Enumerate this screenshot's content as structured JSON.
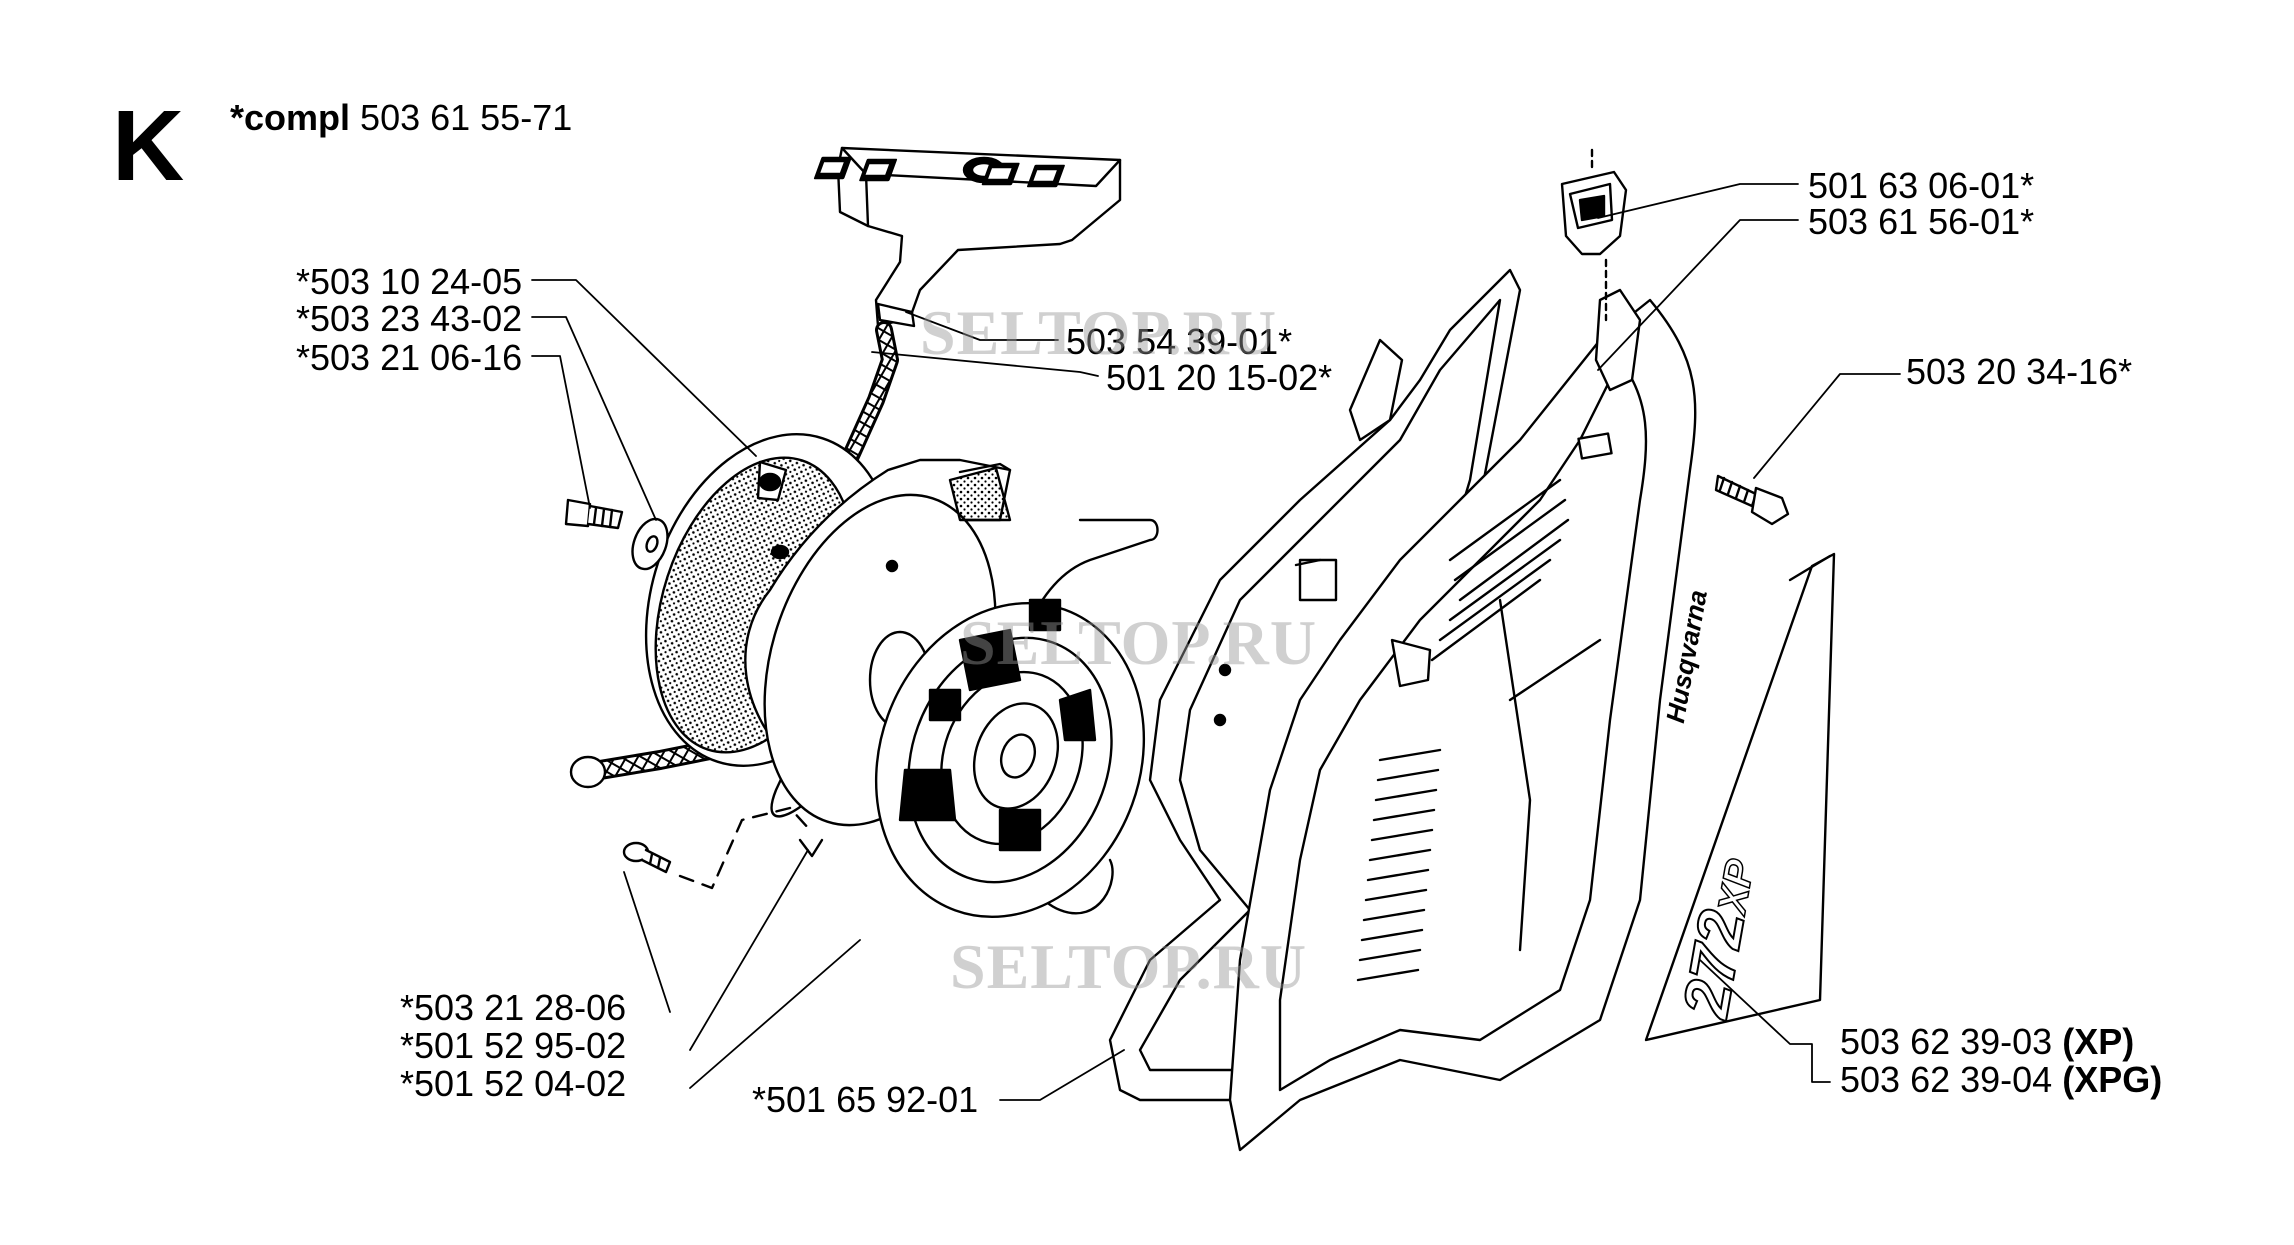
{
  "section_letter": "K",
  "assembly": {
    "prefix": "*compl",
    "number": "503 61 55-71"
  },
  "labels": {
    "p1": "*503 10 24-05",
    "p2": "*503 23 43-02",
    "p3": "*503 21 06-16",
    "p4": "503 54 39-01*",
    "p5": "501 20 15-02*",
    "p6": "501 63 06-01*",
    "p7": "503 61 56-01*",
    "p8": "503 20 34-16*",
    "p9": "*503 21 28-06",
    "p10": "*501 52 95-02",
    "p11": "*501 52 04-02",
    "p12": "*501 65 92-01",
    "p13": {
      "number": "503 62 39-03",
      "variant": "(XP)"
    },
    "p14": {
      "number": "503 62 39-04",
      "variant": "(XPG)"
    }
  },
  "decal": {
    "brand": "Husqvarna",
    "model": "272",
    "model_suffix": "XP"
  },
  "watermark": "SELTOP.RU",
  "colors": {
    "ink": "#000000",
    "paper": "#ffffff",
    "watermark": "#969696"
  }
}
